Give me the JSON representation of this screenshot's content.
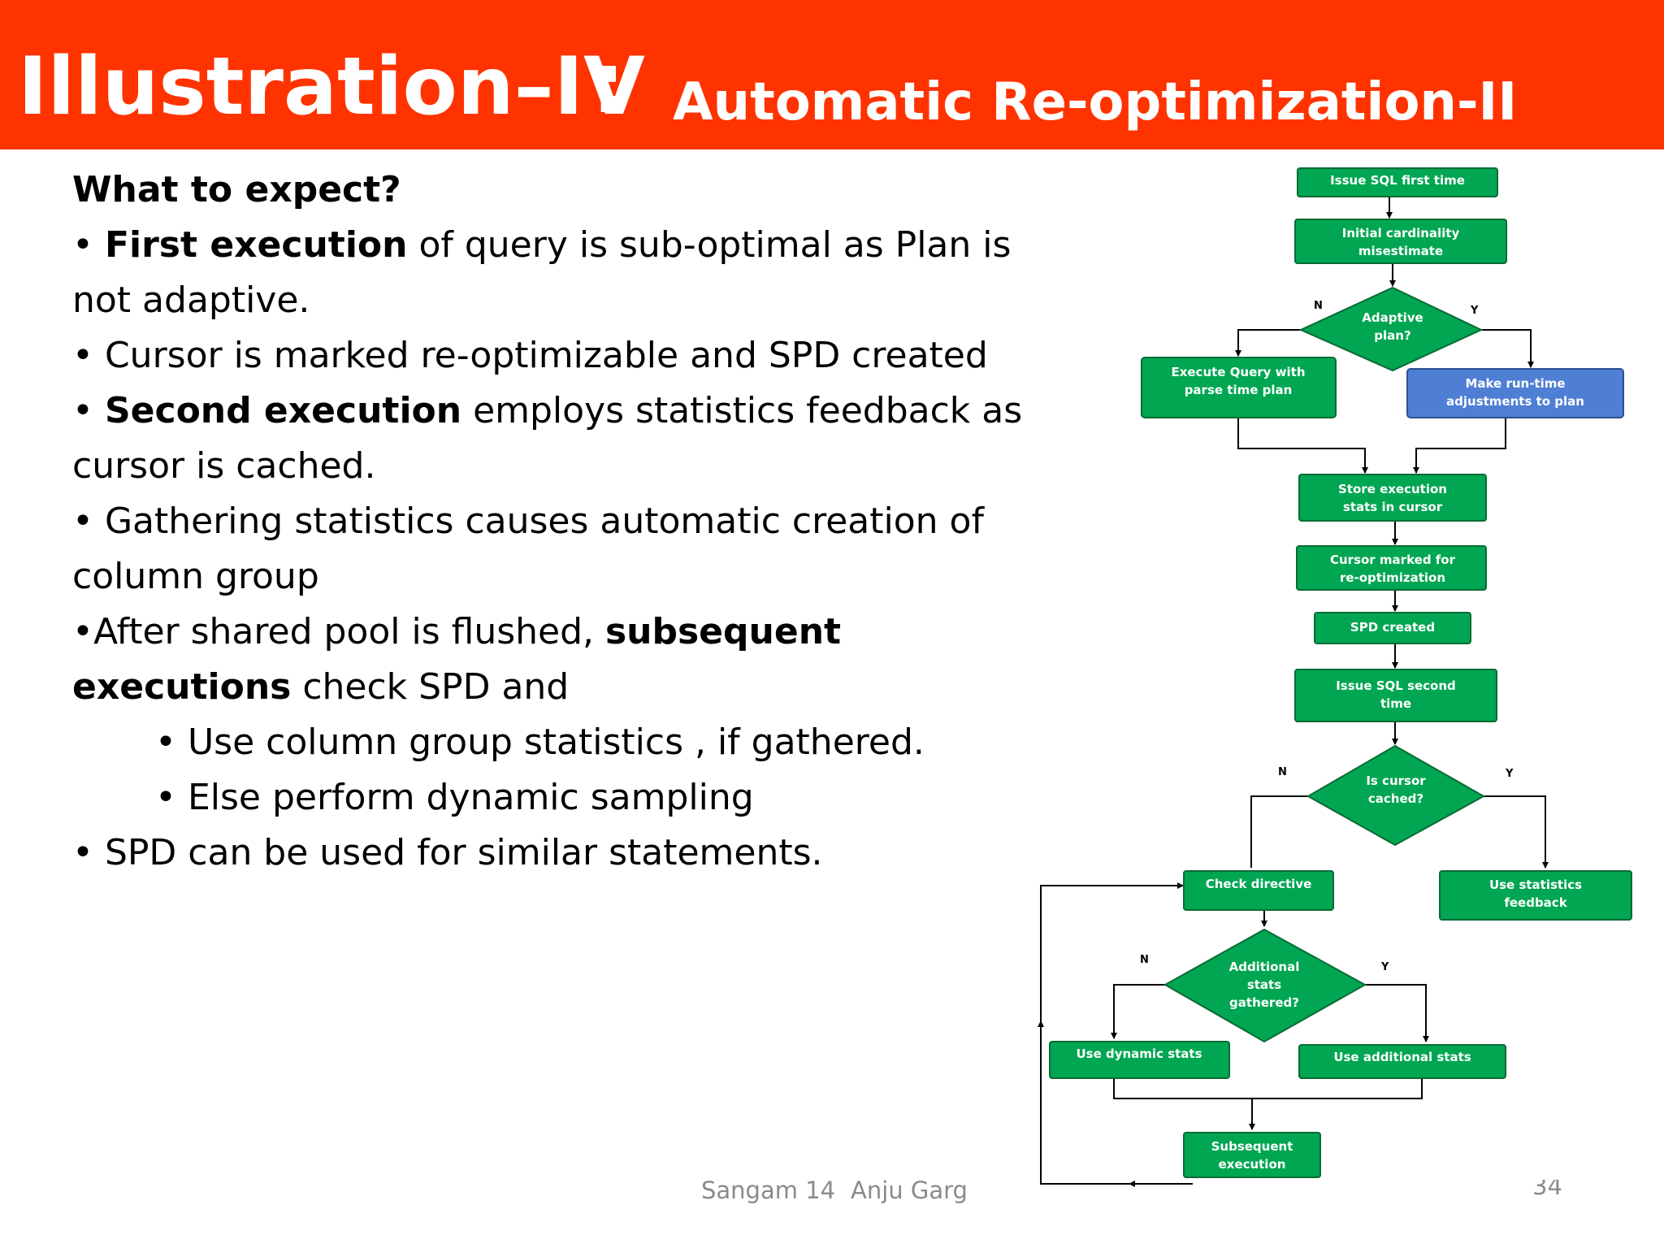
{
  "header": {
    "title_main": "Illustration–IV",
    "title_colon": ":",
    "title_sub": "Automatic Re-optimization-II"
  },
  "content": {
    "heading": "What to expect?",
    "b1_bold": "First execution",
    "b1_rest": " of query is sub-optimal as Plan is not adaptive.",
    "b2": "Cursor is marked re-optimizable and SPD created",
    "b3_bold": "Second execution",
    "b3_rest": " employs statistics feedback as cursor is cached.",
    "b4": "Gathering statistics causes automatic creation of column group",
    "b5_pre": "After shared pool is flushed, ",
    "b5_bold": "subsequent executions",
    "b5_rest": " check SPD and",
    "sub1": "Use column group statistics , if gathered.",
    "sub2": "Else perform dynamic sampling",
    "b6": "SPD can be used for similar statements."
  },
  "footer": {
    "event": "Sangam 14",
    "author": "Anju Garg",
    "page": "34"
  },
  "flowchart": {
    "colors": {
      "process": "#00a651",
      "alt": "#4f7fd4",
      "line": "#000000"
    },
    "issue_first": [
      "Issue SQL first time"
    ],
    "misestimate": [
      "Initial cardinality",
      "misestimate"
    ],
    "adaptive": [
      "Adaptive",
      "plan?"
    ],
    "adaptive_n": "N",
    "adaptive_y": "Y",
    "execute_parse": [
      "Execute Query with",
      "parse time plan"
    ],
    "runtime_adj": [
      "Make run-time",
      "adjustments to plan"
    ],
    "store_stats": [
      "Store execution",
      "stats in cursor"
    ],
    "marked_reopt": [
      "Cursor marked for",
      "re-optimization"
    ],
    "spd_created": [
      "SPD created"
    ],
    "issue_second": [
      "Issue SQL second",
      "time"
    ],
    "cursor_cached": [
      "Is cursor",
      "cached?"
    ],
    "cached_n": "N",
    "cached_y": "Y",
    "check_directive": [
      "Check directive"
    ],
    "use_feedback": [
      "Use statistics",
      "feedback"
    ],
    "additional": [
      "Additional",
      "stats",
      "gathered?"
    ],
    "additional_n": "N",
    "additional_y": "Y",
    "dynamic_stats": [
      "Use dynamic stats"
    ],
    "additional_stats": [
      "Use additional stats"
    ],
    "subsequent": [
      "Subsequent",
      "execution"
    ]
  }
}
